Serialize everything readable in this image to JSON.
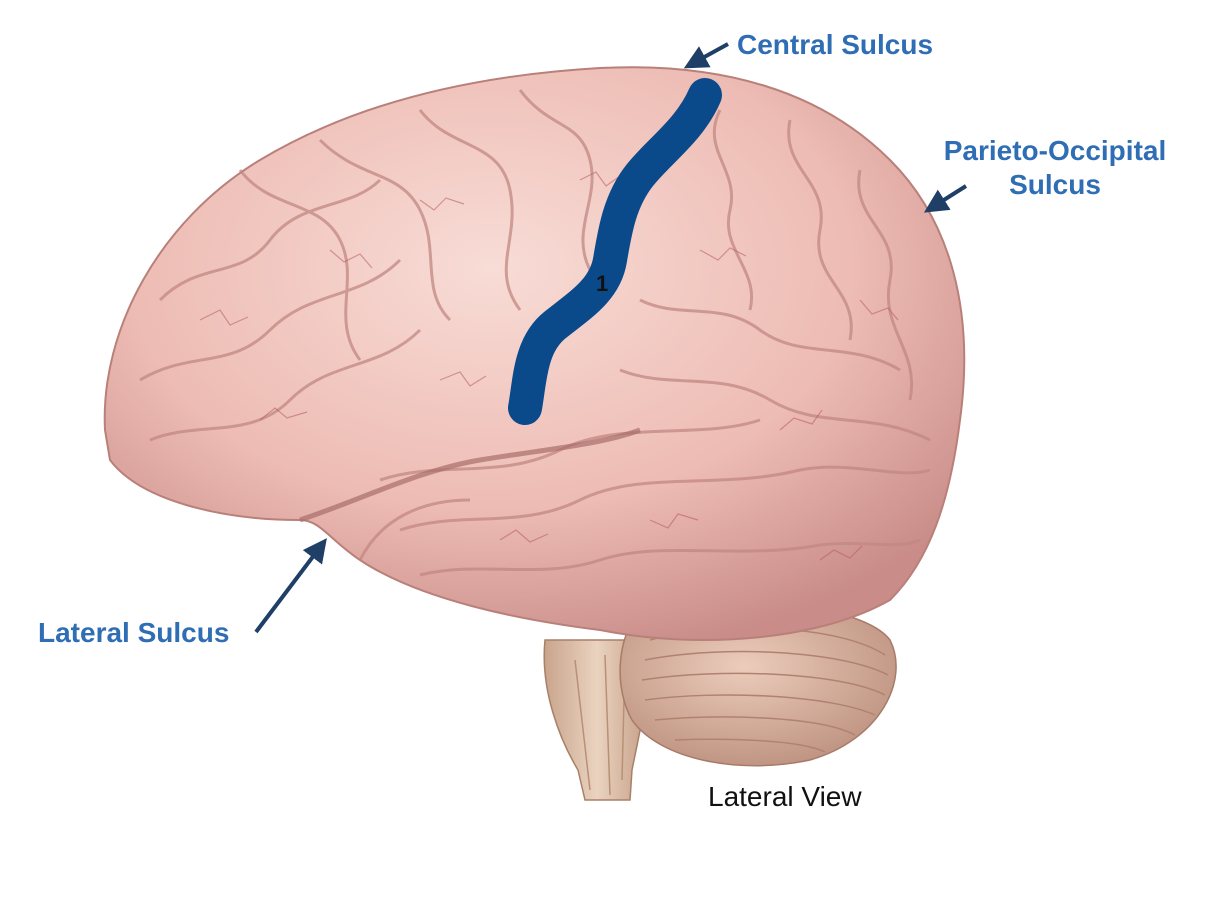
{
  "labels": {
    "central_sulcus": "Central Sulcus",
    "parieto_occipital_line1": "Parieto-Occipital",
    "parieto_occipital_line2": "Sulcus",
    "lateral_sulcus": "Lateral Sulcus",
    "view": "Lateral View",
    "highlight_marker": "1"
  },
  "colors": {
    "label_blue": "#2f6db4",
    "arrow": "#1f3f66",
    "highlight": "#0b4a8a",
    "brain_fill": "#efc4bd",
    "brain_shadow": "#c98c88",
    "vessel": "#b45b5e",
    "cerebellum": "#d9b3a0",
    "brainstem": "#dcc0a8",
    "text_dark": "#111111"
  },
  "icons": {
    "arrow_central": "arrow-pointer-icon",
    "arrow_po": "arrow-pointer-icon",
    "arrow_lateral": "arrow-pointer-icon"
  }
}
